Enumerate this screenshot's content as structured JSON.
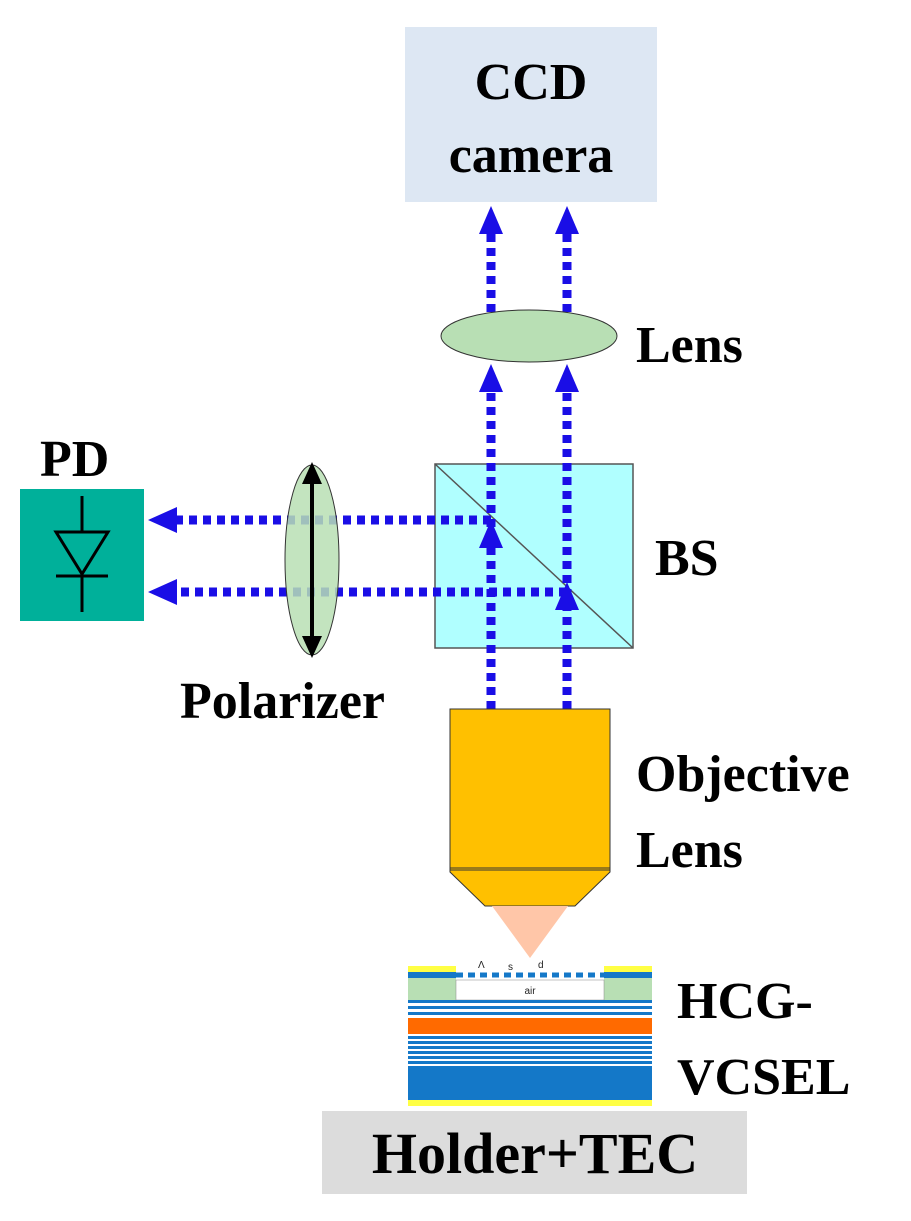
{
  "labels": {
    "ccd_line1": "CCD",
    "ccd_line2": "camera",
    "lens": "Lens",
    "pd": "PD",
    "bs": "BS",
    "polarizer": "Polarizer",
    "objective_line1": "Objective",
    "objective_line2": "Lens",
    "hcg_line1": "HCG-",
    "hcg_line2": "VCSEL",
    "holder": "Holder+TEC",
    "air": "air",
    "grating_a": "Λ",
    "grating_b": "s",
    "grating_c": "d"
  },
  "colors": {
    "ccd_box": "#dde7f3",
    "lens": "#b8dfb4",
    "beam_splitter": "#b0ffff",
    "pd_box": "#00b09a",
    "objective": "#ffc000",
    "cone": "#ffc6a8",
    "holder": "#dcdcdc",
    "beam": "#1a0ee6",
    "vcsel_orange": "#ff6a00",
    "vcsel_blue": "#1478c8",
    "vcsel_yellow": "#ffff44"
  }
}
